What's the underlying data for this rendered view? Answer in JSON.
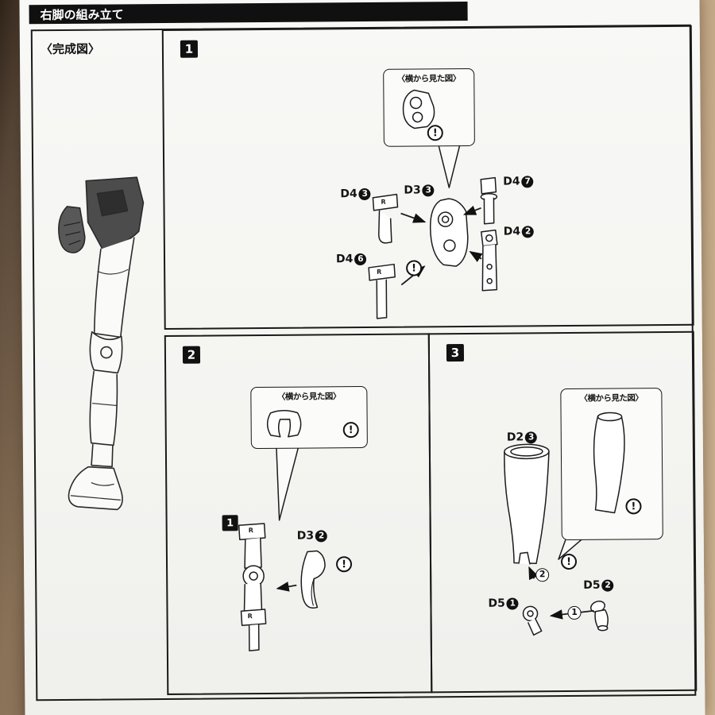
{
  "page": {
    "title": "右脚の組み立て",
    "completed_figure_label": "〈完成図〉"
  },
  "labels": {
    "side_view": "〈横から見た図〉",
    "attention": "!",
    "r_mark": "R"
  },
  "steps": {
    "s1": {
      "number": "1",
      "parts": {
        "d4_3": {
          "code": "D4",
          "num": "3"
        },
        "d3_3": {
          "code": "D3",
          "num": "3"
        },
        "d4_7": {
          "code": "D4",
          "num": "7"
        },
        "d4_2": {
          "code": "D4",
          "num": "2"
        },
        "d4_6": {
          "code": "D4",
          "num": "6"
        }
      }
    },
    "s2": {
      "number": "2",
      "assembly_ref": "1",
      "parts": {
        "d3_2": {
          "code": "D3",
          "num": "2"
        }
      }
    },
    "s3": {
      "number": "3",
      "parts": {
        "d2_3": {
          "code": "D2",
          "num": "3"
        },
        "d5_1": {
          "code": "D5",
          "num": "1"
        },
        "d5_2": {
          "code": "D5",
          "num": "2"
        }
      },
      "seq_marks": {
        "join": "2",
        "attach": "1"
      }
    }
  }
}
